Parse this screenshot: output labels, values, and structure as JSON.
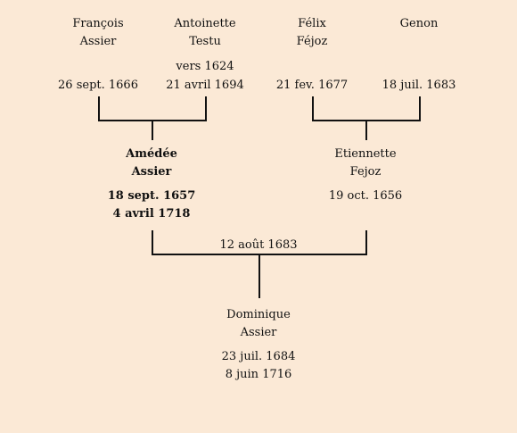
{
  "grandparents_paternal": {
    "father": {
      "first": "François",
      "last": "Assier",
      "birth": "26 sept. 1666"
    },
    "mother": {
      "first": "Antoinette",
      "last": "Testu",
      "birth_prefix": "vers 1624",
      "birth": "21 avril 1694"
    }
  },
  "grandparents_maternal": {
    "father": {
      "first": "Félix",
      "last": "Féjoz",
      "birth": "21 fev. 1677"
    },
    "mother": {
      "first": "Genon",
      "last": "",
      "birth": "18 juil. 1683"
    }
  },
  "father": {
    "first": "Amédée",
    "last": "Assier",
    "birth": "18 sept. 1657",
    "death": "4 avril 1718"
  },
  "mother": {
    "first": "Etiennette",
    "last": "Fejoz",
    "birth": "19 oct. 1656"
  },
  "marriage": {
    "date": "12 août 1683"
  },
  "child": {
    "first": "Dominique",
    "last": "Assier",
    "birth": "23 juil. 1684",
    "death": "8 juin 1716"
  }
}
